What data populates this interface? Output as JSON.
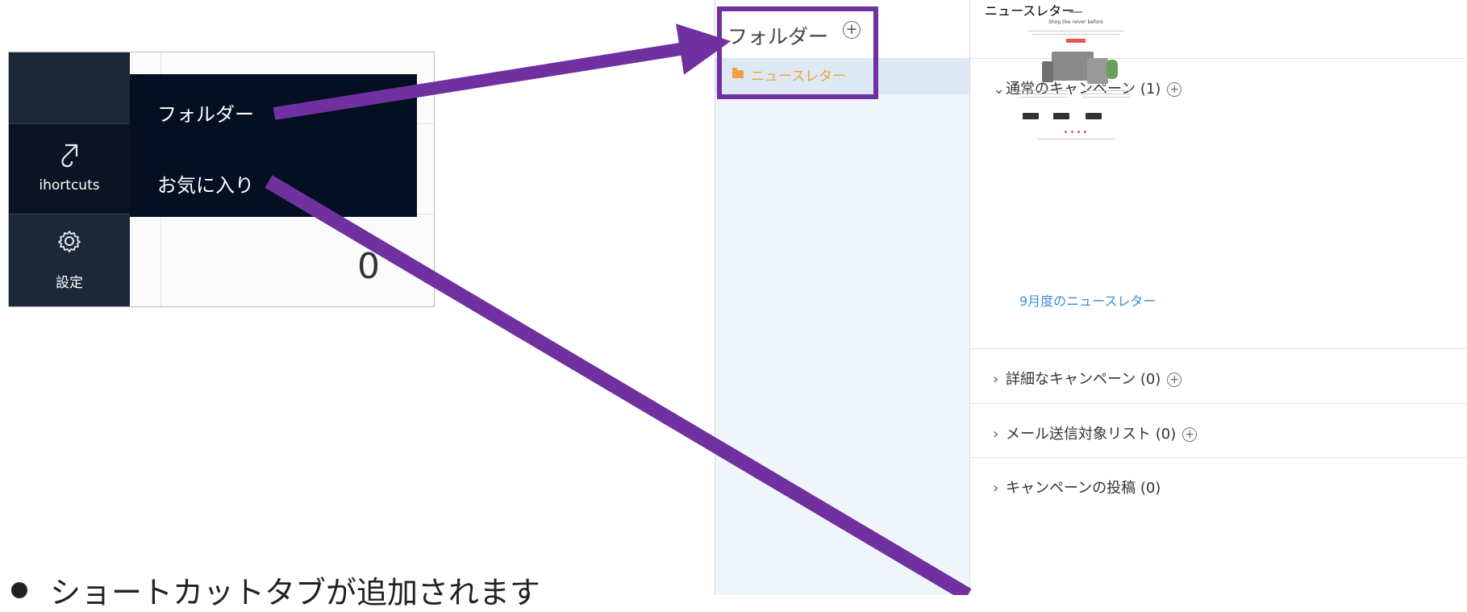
{
  "left_crop": {
    "nav": {
      "shortcuts_icon": "shortcuts-arrow-icon",
      "shortcuts_label": "ihortcuts",
      "settings_icon": "gear-icon",
      "settings_label": "設定"
    },
    "flyout": {
      "items": [
        {
          "label": "フォルダー"
        },
        {
          "label": "お気に入り"
        }
      ]
    },
    "background_value": "0"
  },
  "right_panel": {
    "sidebar": {
      "title": "フォルダー",
      "add_icon": "circle-plus-icon",
      "folders": [
        {
          "label": "ニュースレター",
          "icon": "folder-icon",
          "color": "#f0a23a"
        }
      ]
    },
    "main": {
      "title": "ニュースレター",
      "sections": [
        {
          "chevron": "⌄",
          "label": "通常のキャンペーン (1)",
          "has_add": true,
          "expanded": true
        },
        {
          "chevron": "›",
          "label": "詳細なキャンペーン (0)",
          "has_add": true,
          "expanded": false
        },
        {
          "chevron": "›",
          "label": "メール送信対象リスト (0)",
          "has_add": true,
          "expanded": false
        },
        {
          "chevron": "›",
          "label": "キャンペーンの投稿 (0)",
          "has_add": false,
          "expanded": false
        }
      ],
      "campaign_card": {
        "caption": "9月度のニュースレター",
        "thumbnail_heading": "Shop like never before"
      }
    }
  },
  "annotation": {
    "highlight_color": "#7030a0",
    "arrow_color": "#7030a0",
    "bullet_text": "ショートカットタブが追加されます"
  }
}
